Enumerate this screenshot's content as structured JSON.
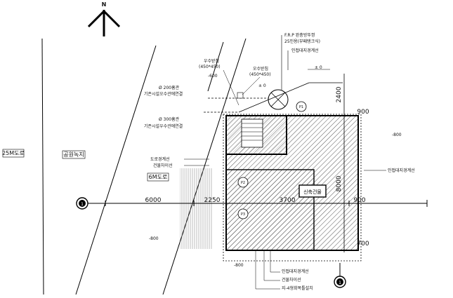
{
  "north_label": "N",
  "roads": {
    "road_25m": "25M도로",
    "green_strip": "공원녹지",
    "road_6m": "6M도로"
  },
  "dimensions": {
    "d6000": "6000",
    "d2250": "2250",
    "d3700": "3700",
    "d900_top": "900",
    "d2400": "2400",
    "d8000": "8000",
    "d900_right": "900",
    "d700": "700"
  },
  "labels": {
    "frp_line1": "F.R.P 완충방뚜껑",
    "frp_line2": "25인용(부패탱크식)",
    "adj_boundary_top": "인접대지경계선",
    "adj_boundary_right": "인접대지경계선",
    "adj_boundary_bottom": "인접대지경계선",
    "building_line_bottom": "건물차이선",
    "building_line_left": "건물차이선",
    "road_boundary": "도로경계선",
    "stair_note": "지-4형회복틀설치",
    "sewage_inlet1": "우수받침",
    "sewage_inlet1_size": "(450*450)",
    "sewage_inlet2": "오수받침",
    "sewage_inlet2_size": "(450*450)",
    "pipe1_line1": "Ø 200흄관",
    "pipe1_line2": "기존시설오수관에연결",
    "pipe2_line1": "Ø 300흄관",
    "pipe2_line2": "기존시설우수관에연결",
    "building_box": "신축건물",
    "p1": "P1",
    "p2": "P2",
    "p3": "P3",
    "section_left": "1",
    "section_right": "1"
  },
  "levels": {
    "l_top_center": "± 0",
    "l_top_right": "± 0",
    "l_left_top": "-600",
    "l_right": "-800",
    "l_left_bottom": "-800",
    "l_bottom": "-800"
  }
}
